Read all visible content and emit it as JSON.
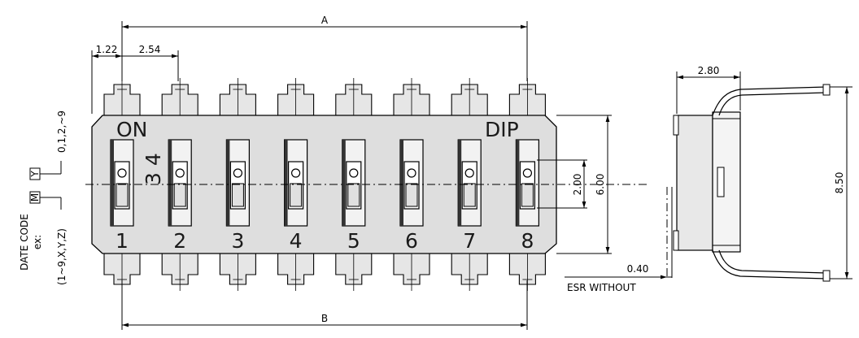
{
  "front_view": {
    "dimensions": {
      "A": "A",
      "B": "B",
      "pitch_offset": "1.22",
      "pitch": "2.54",
      "slider_window": "2.00",
      "body_height": "6.00"
    },
    "marks": {
      "on_label": "ON",
      "dip_label": "DIP",
      "date_code_digits": "3 4"
    },
    "switch_numbers": [
      "1",
      "2",
      "3",
      "4",
      "5",
      "6",
      "7",
      "8"
    ]
  },
  "date_code": {
    "title": "DATE CODE",
    "example": "ex:",
    "year_box": "Y",
    "year_values": "0,1,2,~9",
    "month_box": "M",
    "month_values": "(1~9,X,Y,Z)"
  },
  "side_view": {
    "width": "2.80",
    "height": "8.50",
    "standoff": "0.40",
    "note": "ESR WITHOUT"
  }
}
